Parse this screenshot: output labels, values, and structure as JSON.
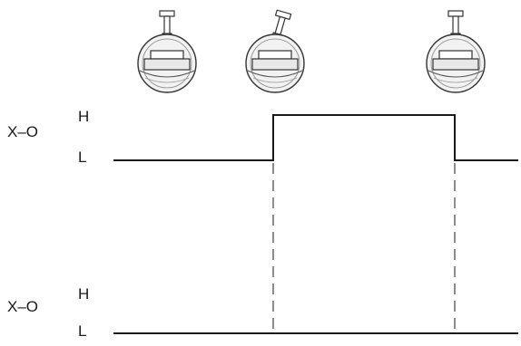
{
  "signals": [
    {
      "name": "X–O",
      "high_label": "H",
      "low_label": "L",
      "levels": [
        "L",
        "H",
        "L"
      ]
    },
    {
      "name": "X–O",
      "high_label": "H",
      "low_label": "L",
      "levels": [
        "L",
        "L",
        "L"
      ]
    }
  ],
  "switches": [
    {
      "icon": "tilt-switch-icon",
      "state": "vertical"
    },
    {
      "icon": "tilt-switch-icon",
      "state": "tilted"
    },
    {
      "icon": "tilt-switch-icon",
      "state": "vertical"
    }
  ],
  "colors": {
    "line": "#1a1a1a",
    "switch_body": "#f2f2f2",
    "switch_stroke": "#333333"
  }
}
